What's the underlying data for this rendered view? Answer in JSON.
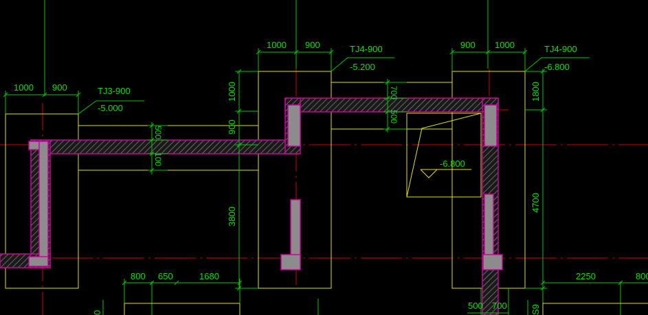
{
  "colors": {
    "background": "#000000",
    "axis_line": "#d40000",
    "dimension": "#00c800",
    "outline": "#e6e600",
    "wall_outline": "#d0009c",
    "column_fill": "#8c8c8c",
    "annotation_text": "#00e600"
  },
  "dimensions_top": {
    "a1": "1000",
    "a2": "900",
    "b1": "1000",
    "b2": "900",
    "c1": "900",
    "c2": "1000"
  },
  "dimensions_bottom": {
    "d1": "800",
    "d2": "650",
    "d3": "1680",
    "e1": "2250",
    "e2": "800",
    "f1": "500",
    "f2": "700"
  },
  "dimensions_vertical": {
    "v1": "1000",
    "v2": "900",
    "v3": "3800",
    "w1": "500",
    "w2": "100",
    "x1": "700",
    "x2": "500",
    "y1": "1800",
    "y2": "4700"
  },
  "labels": {
    "tag_left": "TJ3-900",
    "elev_left": "-5.000",
    "tag_mid": "TJ4-900",
    "elev_mid": "-5.200",
    "tag_right": "TJ4-900",
    "elev_right": "-6.800",
    "elev_pit": "-6.800"
  },
  "partial_labels": {
    "edge_bottom_left": "0",
    "edge_bottom_right": "S9"
  }
}
